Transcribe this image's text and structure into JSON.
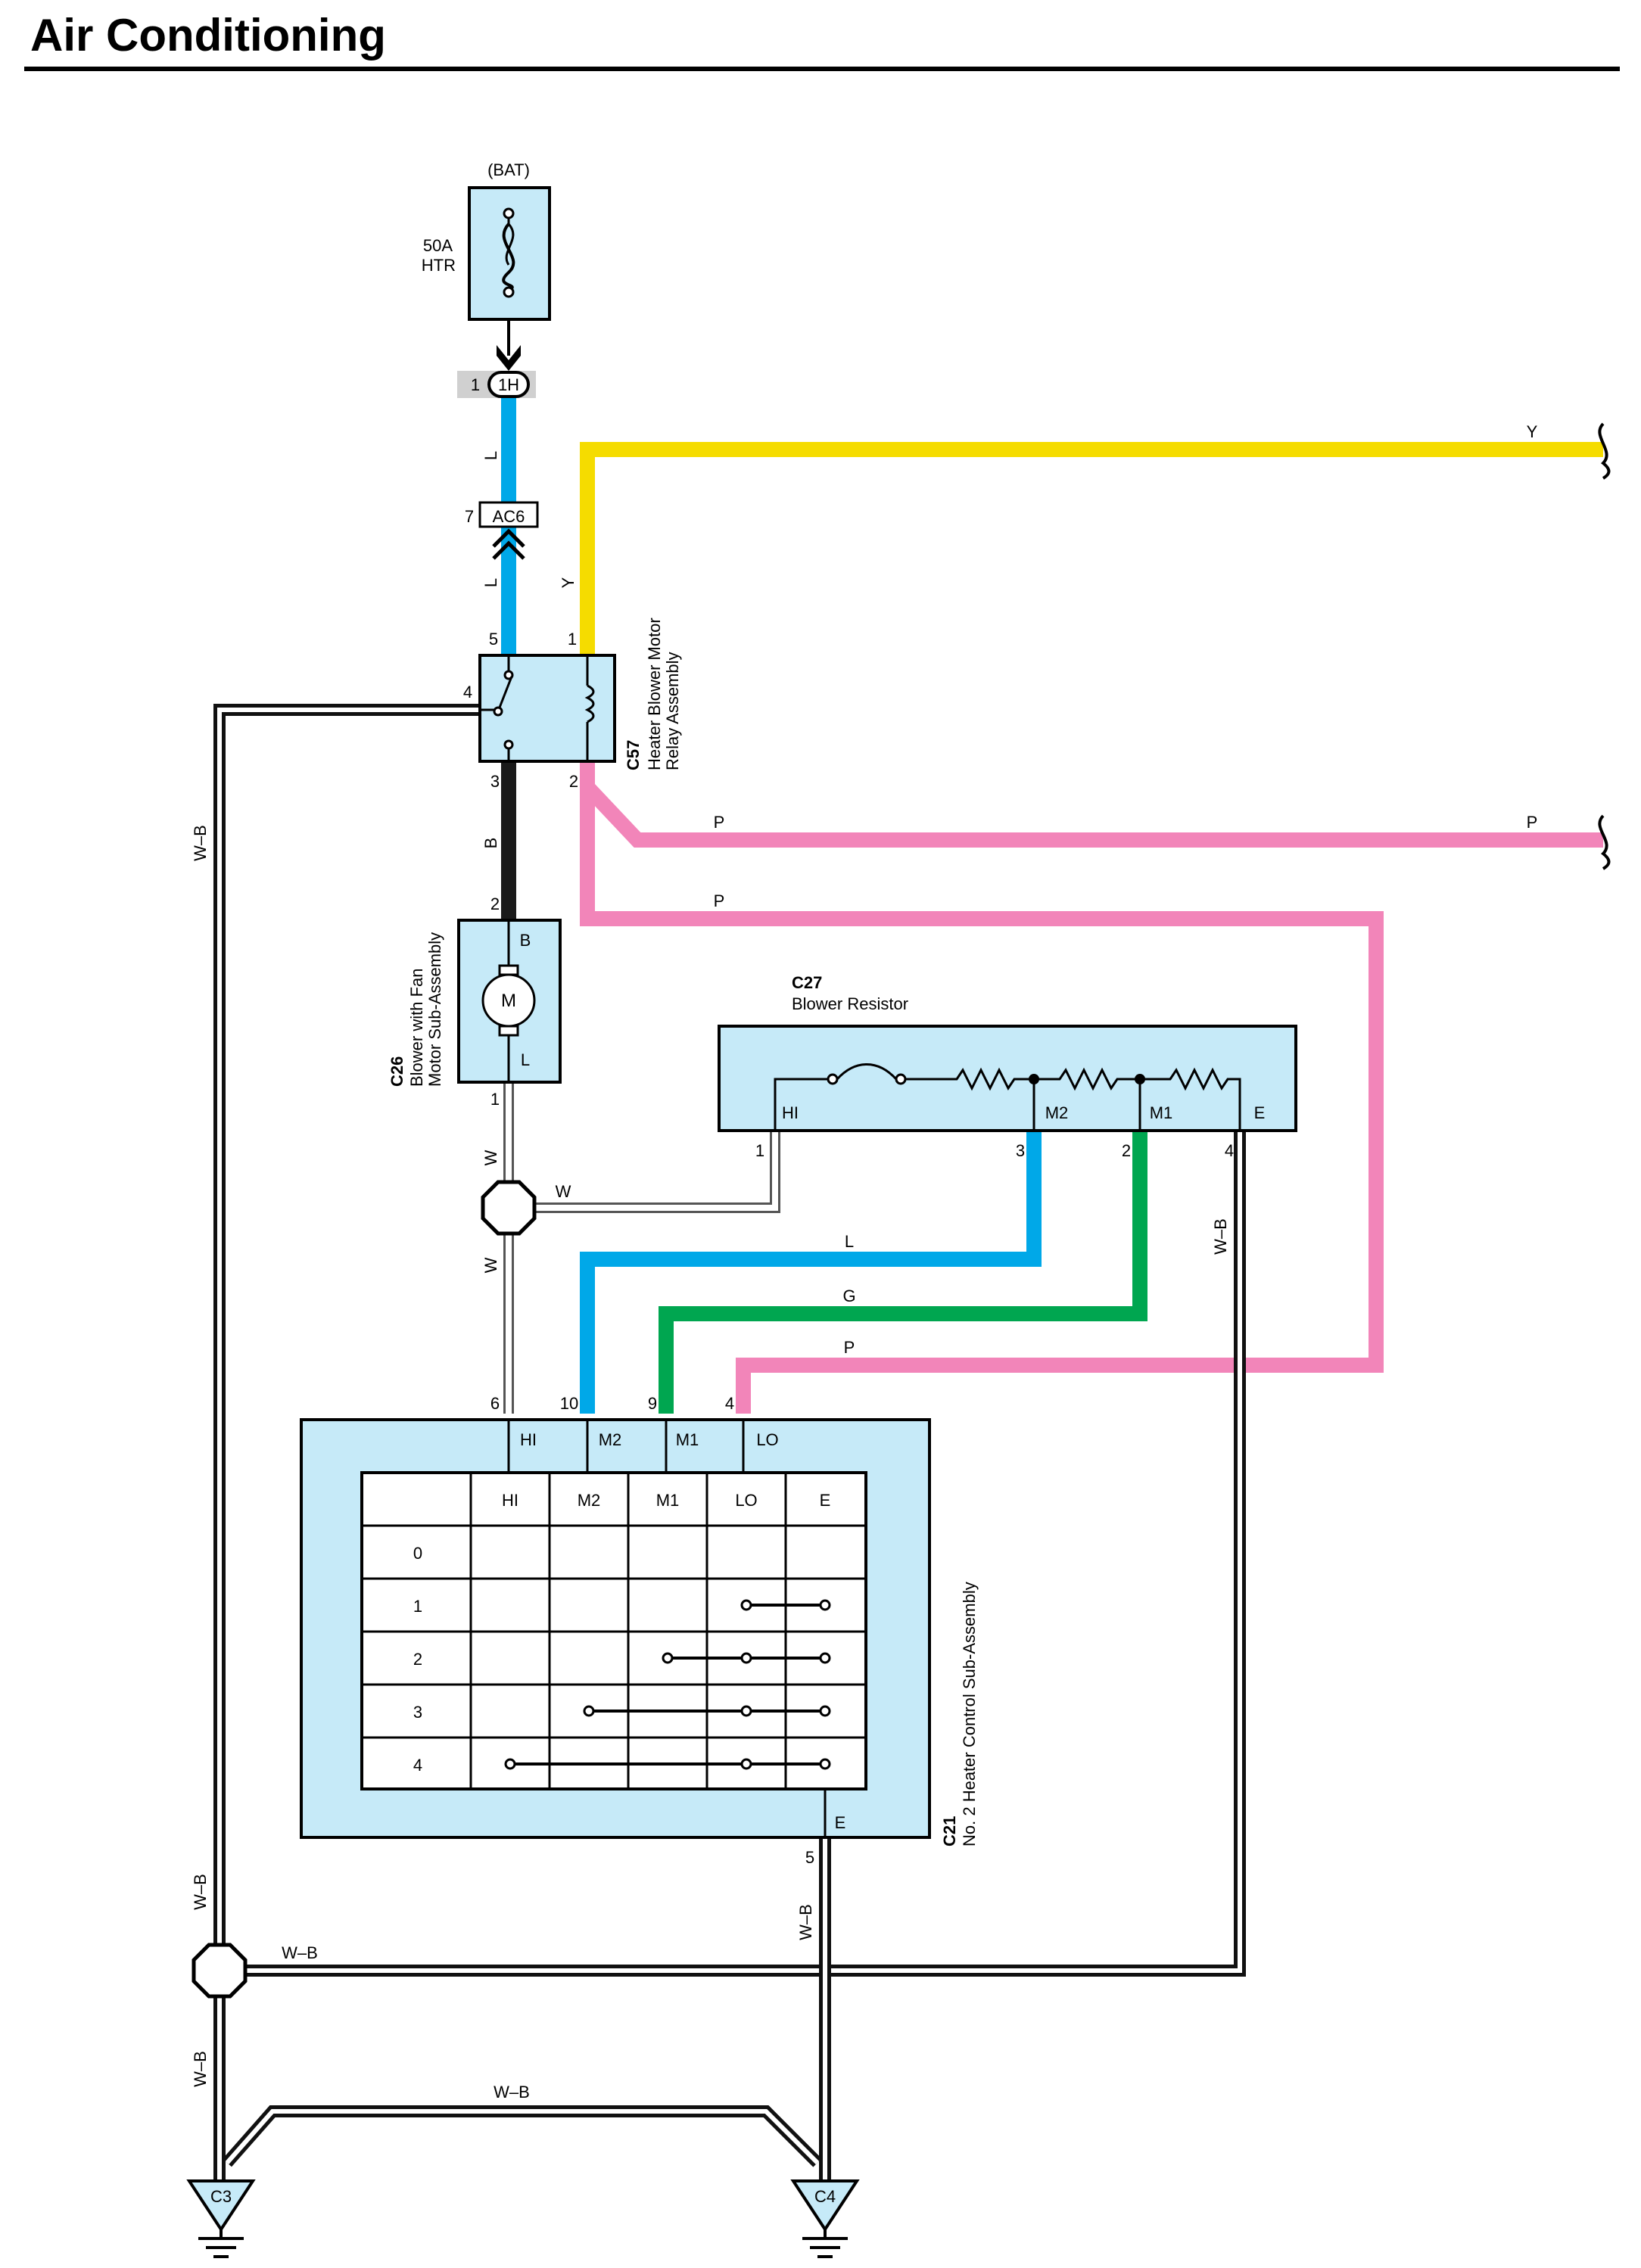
{
  "title": "Air Conditioning",
  "colors": {
    "L": "#00a8e8",
    "Y": "#f5dc00",
    "P": "#f285b9",
    "G": "#00a650",
    "B": "#1a1a1a",
    "component_fill": "#c6eaf8"
  },
  "fuse": {
    "source": "(BAT)",
    "rating": "50A",
    "name": "HTR",
    "icon": "fuse-icon"
  },
  "connectors": {
    "j1h": {
      "pin": "1",
      "id": "1H"
    },
    "ac6": {
      "pin": "7",
      "id": "AC6"
    }
  },
  "relay": {
    "code": "C57",
    "name_line1": "Heater Blower Motor",
    "name_line2": "Relay Assembly",
    "pins": {
      "p1": "1",
      "p2": "2",
      "p3": "3",
      "p4": "4",
      "p5": "5"
    },
    "icon": "relay-icon"
  },
  "motor": {
    "code": "C26",
    "name_line1": "Blower with Fan",
    "name_line2": "Motor Sub-Assembly",
    "symbol": "M",
    "term_b": "B",
    "term_l": "L",
    "pin_top": "2",
    "pin_bottom": "1",
    "icon": "motor-icon"
  },
  "resistor": {
    "code": "C27",
    "name": "Blower Resistor",
    "terminals": {
      "hi": "HI",
      "m2": "M2",
      "m1": "M1",
      "e": "E"
    },
    "pins": {
      "hi": "1",
      "m2": "3",
      "m1": "2",
      "e": "4"
    },
    "icon": "resistor-icon"
  },
  "control": {
    "code": "C21",
    "name": "No. 2 Heater Control Sub-Assembly",
    "terminals": {
      "hi": "HI",
      "m2": "M2",
      "m1": "M1",
      "lo": "LO",
      "e": "E"
    },
    "pins": {
      "hi": "6",
      "m2": "10",
      "m1": "9",
      "lo": "4",
      "e": "5"
    },
    "table": {
      "headers": [
        "HI",
        "M2",
        "M1",
        "LO",
        "E"
      ],
      "rows": [
        {
          "pos": "0",
          "connected": []
        },
        {
          "pos": "1",
          "connected": [
            "LO",
            "E"
          ]
        },
        {
          "pos": "2",
          "connected": [
            "M1",
            "LO",
            "E"
          ]
        },
        {
          "pos": "3",
          "connected": [
            "M2",
            "LO",
            "E"
          ]
        },
        {
          "pos": "4",
          "connected": [
            "HI",
            "LO",
            "E"
          ]
        }
      ]
    }
  },
  "wire_labels": {
    "L": "L",
    "Y": "Y",
    "P": "P",
    "B": "B",
    "W": "W",
    "G": "G",
    "WB": "W–B"
  },
  "grounds": {
    "c3": "C3",
    "c4": "C4",
    "icon": "ground-icon"
  }
}
